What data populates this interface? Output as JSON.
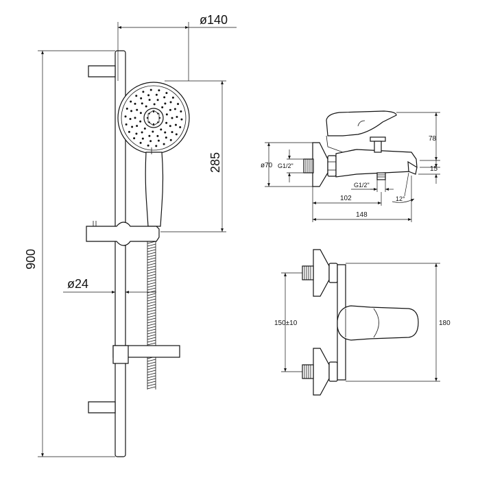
{
  "dimensions": {
    "rail_diameter": "ø24",
    "head_diameter": "ø140",
    "total_height": "900",
    "head_height": "285",
    "flange_diameter": "ø70",
    "inlet_thread": "G1/2\"",
    "outlet_thread": "G1/2\"",
    "height_78": "78",
    "spout_offset_15": "15",
    "length_102": "102",
    "length_148": "148",
    "angle": "12°",
    "centers": "150±10",
    "height_180": "180"
  },
  "colors": {
    "line": "#111111",
    "background": "#ffffff"
  }
}
